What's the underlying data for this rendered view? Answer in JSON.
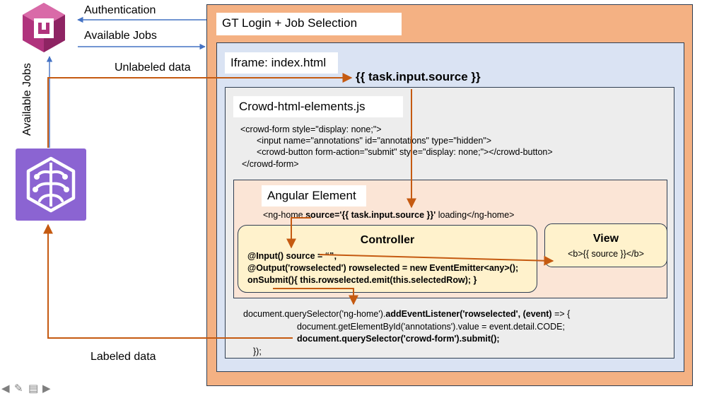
{
  "colors": {
    "gt_box": "#f4b183",
    "iframe_box": "#dae3f3",
    "crowd_box": "#ededed",
    "angular_box": "#fbe5d6",
    "controller_box": "#fff2cc",
    "arrow_orange": "#c55a11",
    "arrow_blue": "#4472c4",
    "icon_pink": "#b0337d",
    "icon_purple": "#8b64d2"
  },
  "icons": {
    "top_left": "cognito-icon",
    "left_middle": "sagemaker-brain-icon"
  },
  "labels": {
    "authentication": "Authentication",
    "available_jobs_top": "Available Jobs",
    "available_jobs_vertical": "Available Jobs",
    "unlabeled_data": "Unlabeled data",
    "labeled_data": "Labeled data"
  },
  "gt": {
    "title": "GT Login + Job Selection"
  },
  "iframe": {
    "title": "Iframe: index.html",
    "source_expr": "{{ task.input.source }}"
  },
  "crowd": {
    "title": "Crowd-html-elements.js",
    "lines": [
      "<crowd-form style=\"display: none;\">",
      "<input name=\"annotations\" id=\"annotations\" type=\"hidden\">",
      "<crowd-button form-action=\"submit\" style=\"display: none;\"></crowd-button>",
      "</crowd-form>"
    ]
  },
  "angular": {
    "title": "Angular Element",
    "ng_home_pre": "<ng-home ",
    "ng_home_bold": "source='{{ task.input.source }}'",
    "ng_home_post": " loading</ng-home>"
  },
  "controller": {
    "title": "Controller",
    "line1": "@Input() source = “”;",
    "line2": "@Output('rowselected') rowselected = new EventEmitter<any>();",
    "line3": "onSubmit(){ this.rowselected.emit(this.selectedRow); }"
  },
  "view": {
    "title": "View",
    "code": "<b>{{ source }}</b>"
  },
  "listener": {
    "l1_pre": "document.querySelector('ng-home').",
    "l1_bold": "addEventListener('rowselected', (event)",
    "l1_post": " => {",
    "l2": "document.getElementById('annotations').value = event.detail.CODE;",
    "l3": "document.querySelector('crowd-form').submit();",
    "l4": "});"
  }
}
